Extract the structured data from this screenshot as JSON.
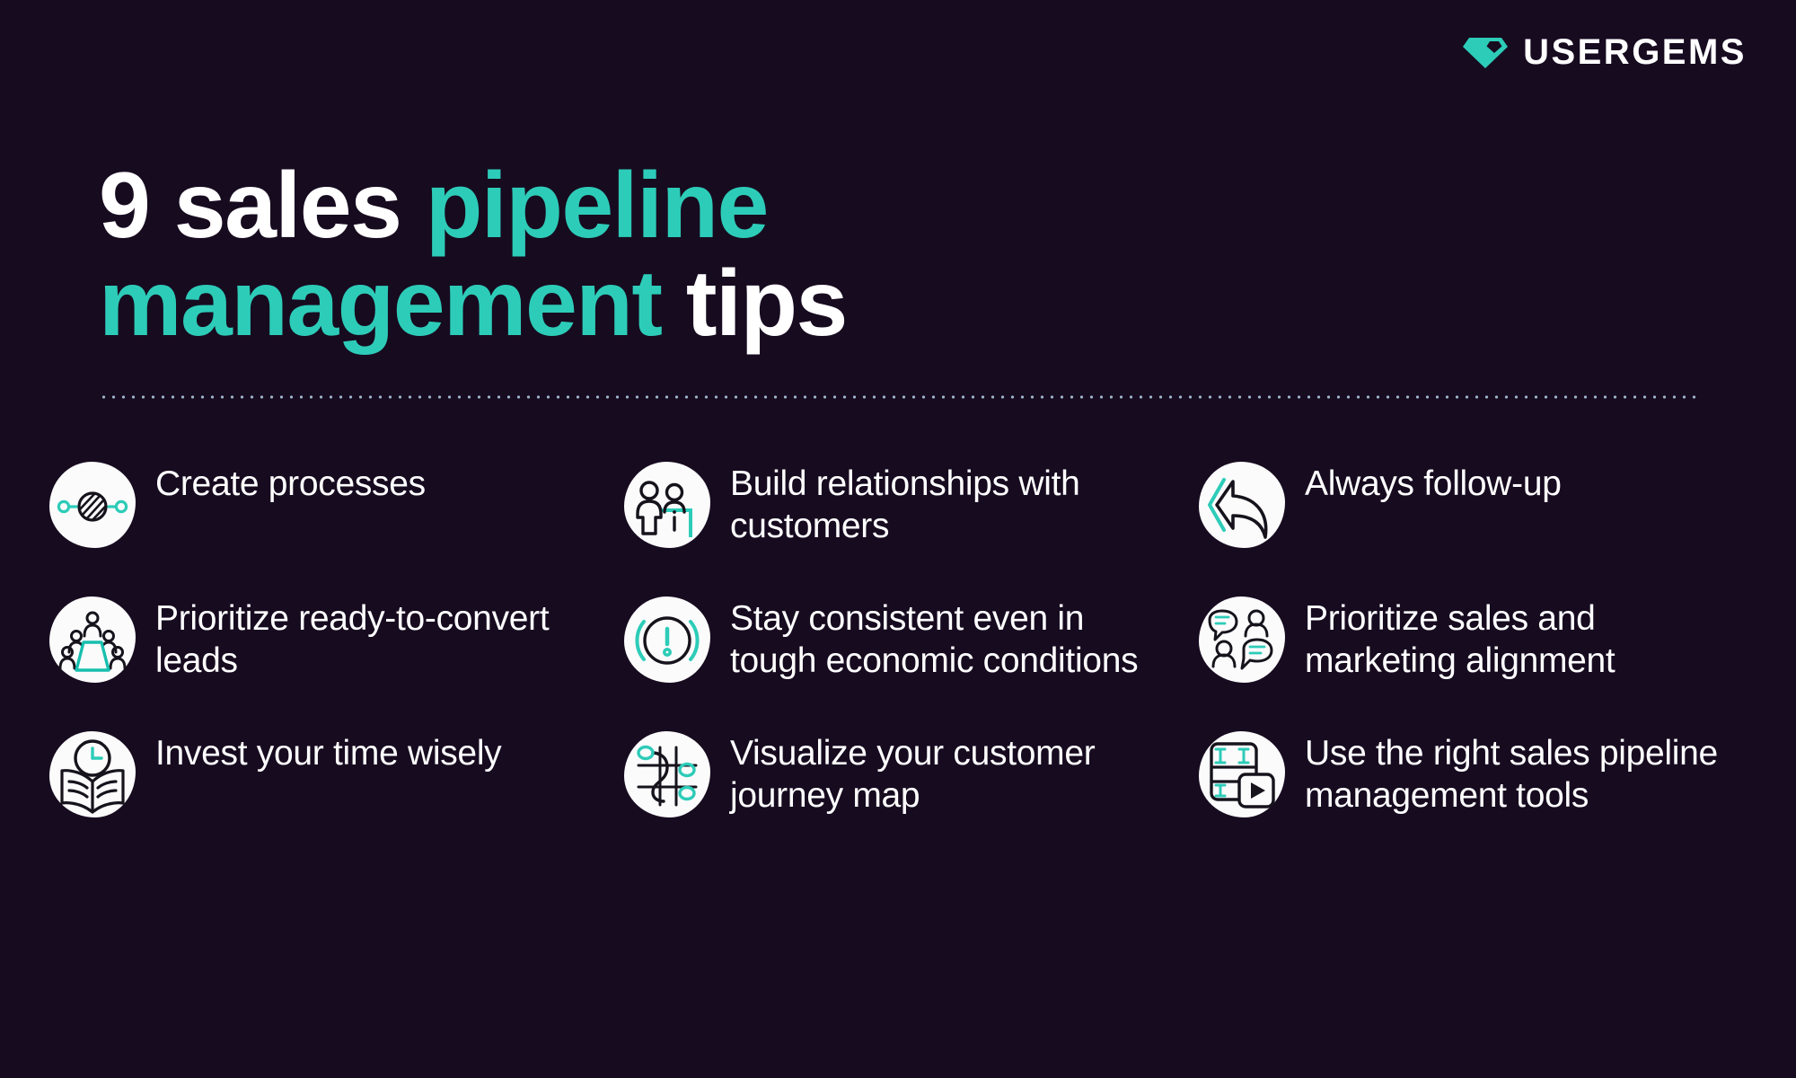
{
  "theme": {
    "background": "#170B20",
    "accent_teal": "#2DCCB8",
    "text_white": "#FFFFFF",
    "icon_bg": "#FBFBFB",
    "divider_dots": "#9DB4C8",
    "icon_stroke_dark": "#16131C"
  },
  "brand": {
    "name": "USERGEMS",
    "logo_icon": "gem-diamond-icon"
  },
  "title": {
    "part1": "9 sales ",
    "part2": "pipeline management",
    "part3": " tips",
    "full": "9 sales pipeline management tips"
  },
  "divider": {
    "style": "dotted"
  },
  "columns": [
    {
      "id": "column-1",
      "tips": [
        {
          "id": "tip-create-processes",
          "text": "Create processes",
          "icon": "process-nodes-icon"
        },
        {
          "id": "tip-prioritize-leads",
          "text": "Prioritize ready-to-convert leads",
          "icon": "lead-funnel-people-icon"
        },
        {
          "id": "tip-invest-time",
          "text": "Invest your time wisely",
          "icon": "book-clock-icon"
        }
      ]
    },
    {
      "id": "column-2",
      "tips": [
        {
          "id": "tip-build-relationships",
          "text": "Build relationships with customers",
          "icon": "two-people-desk-icon"
        },
        {
          "id": "tip-stay-consistent",
          "text": "Stay consistent even in tough economic conditions",
          "icon": "exclamation-circle-icon"
        },
        {
          "id": "tip-visualize-journey",
          "text": "Visualize your customer journey map",
          "icon": "journey-map-grid-icon"
        }
      ]
    },
    {
      "id": "column-3",
      "tips": [
        {
          "id": "tip-always-follow-up",
          "text": "Always follow-up",
          "icon": "reply-arrow-icon"
        },
        {
          "id": "tip-sales-marketing-alignment",
          "text": "Prioritize sales and marketing alignment",
          "icon": "people-speech-bubbles-icon"
        },
        {
          "id": "tip-right-tools",
          "text": "Use the right sales pipeline management tools",
          "icon": "dashboard-play-icon"
        }
      ]
    }
  ]
}
